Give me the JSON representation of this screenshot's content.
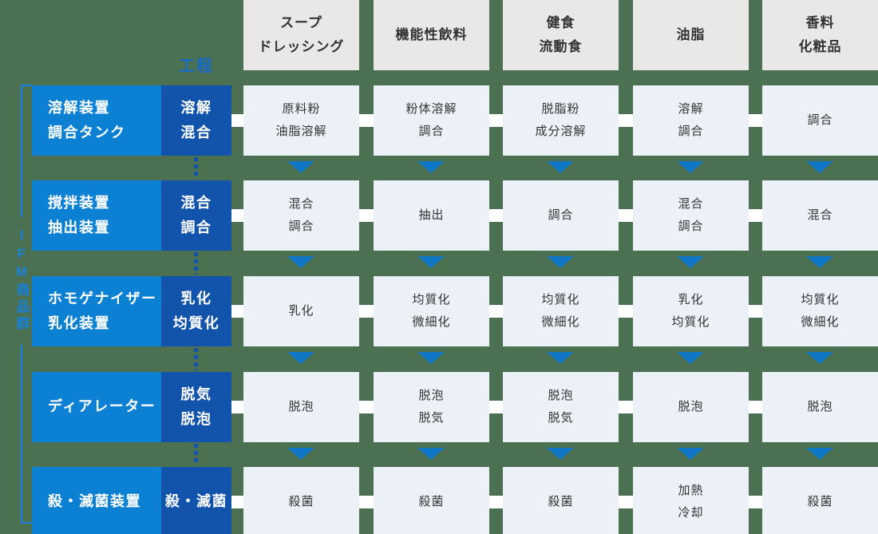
{
  "diagram": {
    "group_label": "IFM商品群",
    "process_axis_label": "工程",
    "column_headers": [
      "スープ\nドレッシング",
      "機能性飲料",
      "健食\n流動食",
      "油脂",
      "香料\n化粧品"
    ],
    "rows": [
      {
        "equipment": "溶解装置\n調合タンク",
        "process": "溶解\n混合",
        "cells": [
          "原料粉\n油脂溶解",
          "粉体溶解\n調合",
          "脱脂粉\n成分溶解",
          "溶解\n調合",
          "調合"
        ]
      },
      {
        "equipment": "撹拌装置\n抽出装置",
        "process": "混合\n調合",
        "cells": [
          "混合\n調合",
          "抽出",
          "調合",
          "混合\n調合",
          "混合"
        ]
      },
      {
        "equipment": "ホモゲナイザー\n乳化装置",
        "process": "乳化\n均質化",
        "cells": [
          "乳化",
          "均質化\n微細化",
          "均質化\n微細化",
          "乳化\n均質化",
          "均質化\n微細化"
        ]
      },
      {
        "equipment": "ディアレーター",
        "process": "脱気\n脱泡",
        "cells": [
          "脱泡",
          "脱泡\n脱気",
          "脱泡\n脱気",
          "脱泡",
          "脱泡"
        ]
      },
      {
        "equipment": "殺・滅菌装置",
        "process": "殺・滅菌",
        "cells": [
          "殺菌",
          "殺菌",
          "殺菌",
          "加熱\n冷却",
          "殺菌"
        ]
      }
    ],
    "colors": {
      "equipment_box": "#0c80d3",
      "process_box": "#1254ab",
      "cell_bg": "#ebf1f7",
      "header_bg": "#e9e8e6",
      "arrow": "#0e76c5",
      "accent_text": "#1569c9",
      "bracket": "#1780d8",
      "background": "#4b7152",
      "connector": "#ffffff",
      "cell_text": "#333333"
    }
  }
}
